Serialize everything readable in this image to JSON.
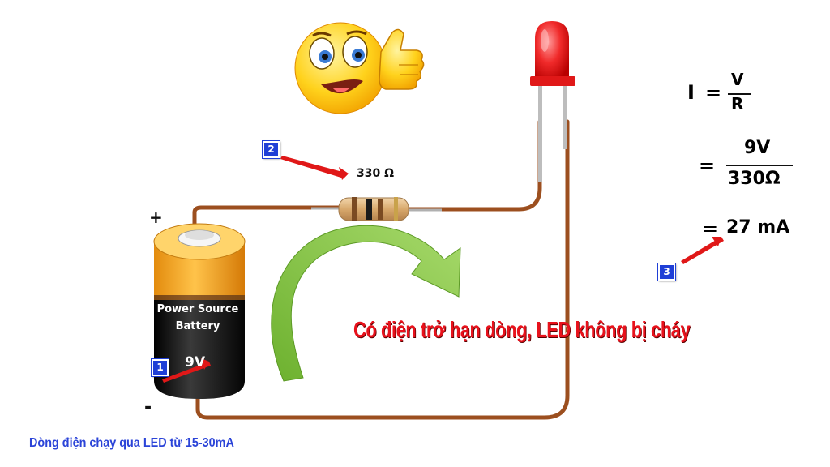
{
  "resistor": {
    "label": "330 Ω"
  },
  "battery": {
    "line1": "Power Source",
    "line2": "Battery",
    "voltage": "9V",
    "plus": "+",
    "minus": "-"
  },
  "badges": {
    "b1": "1",
    "b2": "2",
    "b3": "3"
  },
  "formula": {
    "I": "I",
    "eq": "=",
    "V": "V",
    "R": "R",
    "num": "9V",
    "den": "330Ω",
    "result": "27 mA"
  },
  "caption": "Có điện trở hạn dòng, LED không bị cháy",
  "note": "Dòng điện chạy qua LED từ 15-30mA",
  "colors": {
    "wire": "#a0522d",
    "caption": "#e8121c",
    "badge": "#1f3fd6",
    "arrow": "#7cbf3a",
    "led": "#ee1c1c",
    "battery_top": "#f5a623",
    "battery_body": "#141414"
  }
}
